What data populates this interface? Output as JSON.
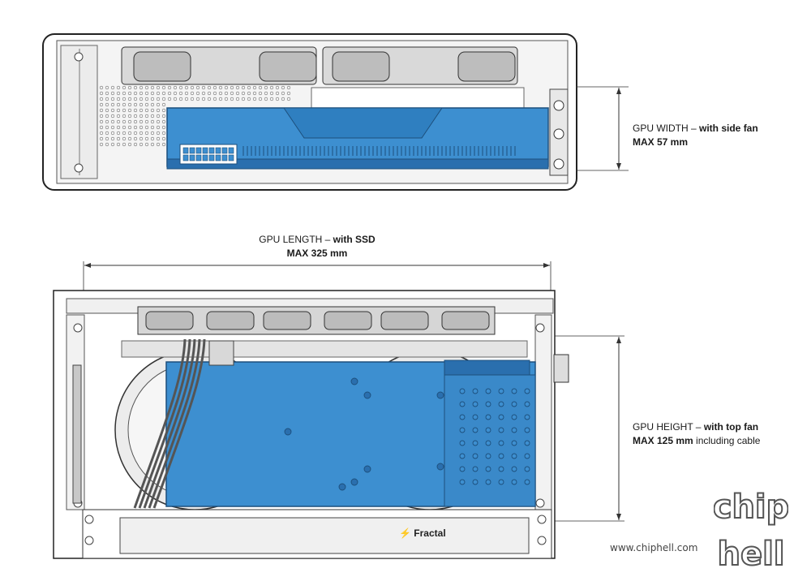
{
  "colors": {
    "gpu_blue": "#3d8fd0",
    "gpu_blue_dark": "#2a6fae",
    "case_grey": "#f2f2f2",
    "line": "#333333"
  },
  "width_callout": {
    "prefix": "GPU WIDTH –",
    "bold": "with side fan",
    "value": "MAX 57 mm"
  },
  "length_callout": {
    "prefix": "GPU LENGTH –",
    "bold": "with SSD",
    "value": "MAX 325 mm"
  },
  "height_callout": {
    "prefix": "GPU HEIGHT –",
    "bold": "with top fan",
    "value": "MAX 125 mm",
    "suffix": "including cable"
  },
  "brand_label": "Fractal",
  "watermark": {
    "url": "www.chiphell.com",
    "logo_top": "chip",
    "logo_bottom": "hell"
  }
}
